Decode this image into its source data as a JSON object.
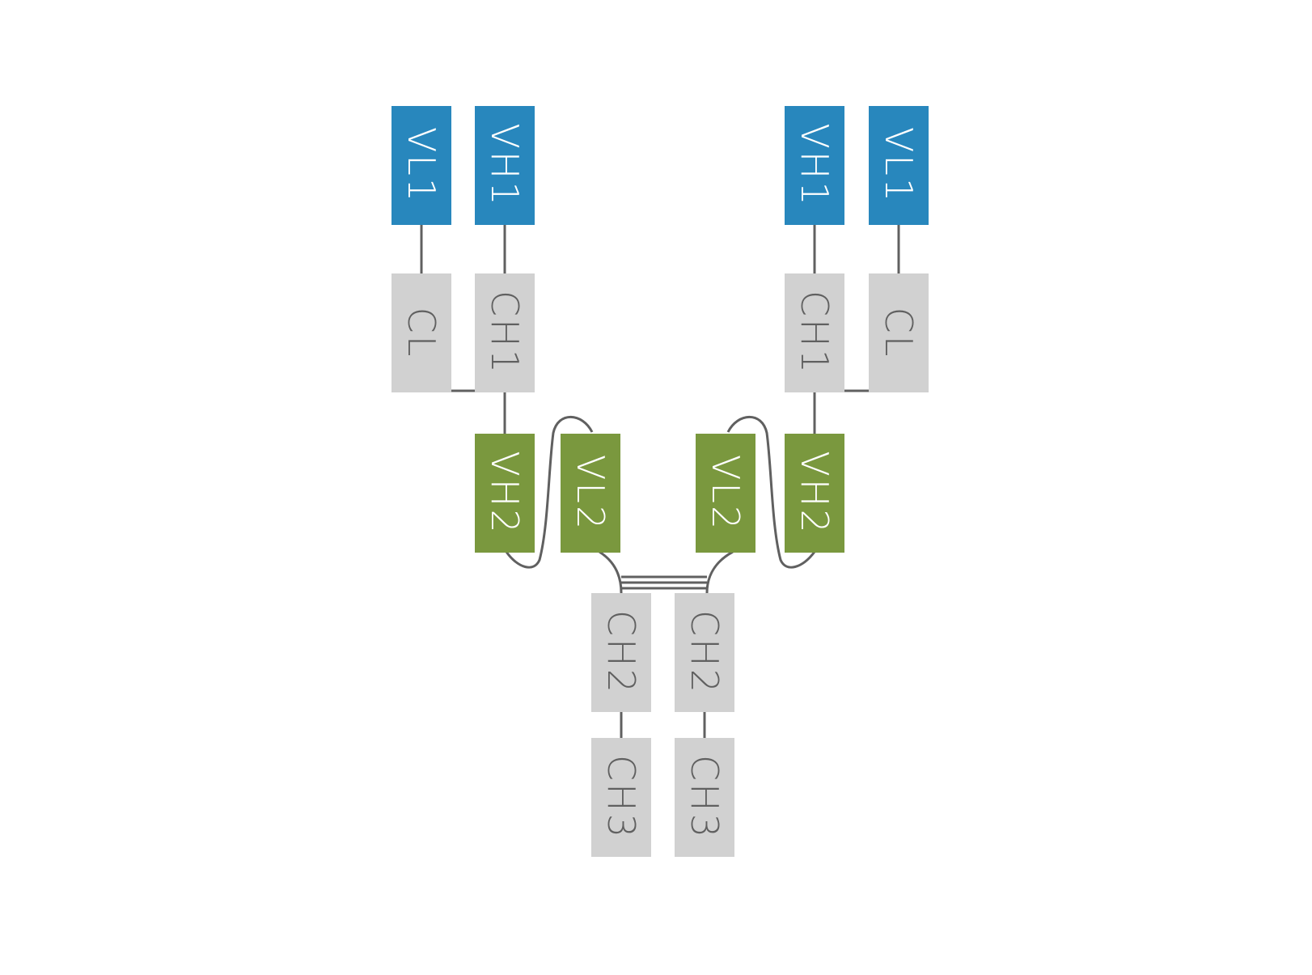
{
  "colors": {
    "variable_outer": "#2887bd",
    "variable_inner": "#7a983e",
    "constant": "#d1d1d1",
    "connector": "#606060",
    "label_on_color": "#ffffff",
    "label_on_constant": "#606060"
  },
  "domains": {
    "left_vl1": "VL1",
    "left_vh1": "VH1",
    "left_cl": "CL",
    "left_ch1": "CH1",
    "left_vh2": "VH2",
    "left_vl2": "VL2",
    "right_vl2": "VL2",
    "right_vh2": "VH2",
    "right_ch1": "CH1",
    "right_cl": "CL",
    "right_vh1": "VH1",
    "right_vl1": "VL1",
    "left_ch2": "CH2",
    "right_ch2": "CH2",
    "left_ch3": "CH3",
    "right_ch3": "CH3"
  }
}
